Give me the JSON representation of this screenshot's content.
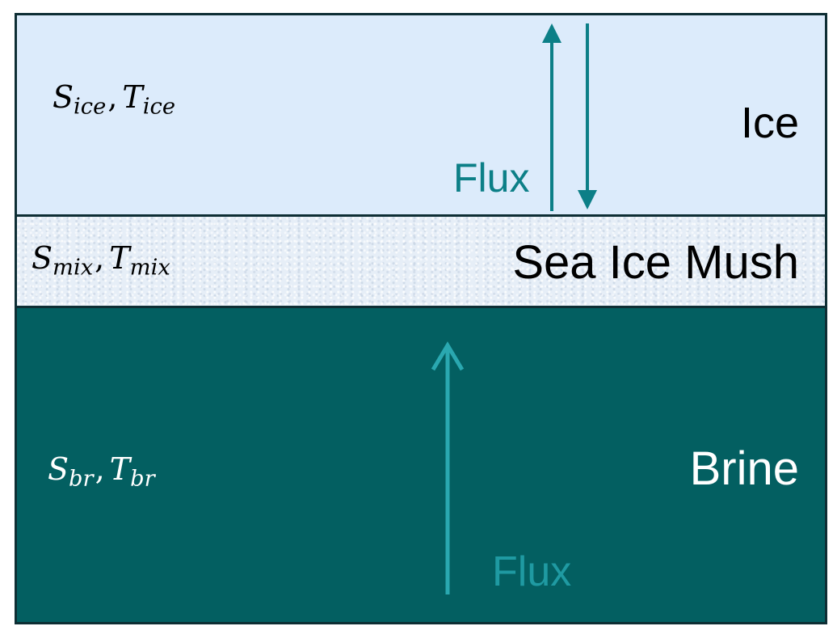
{
  "layers": {
    "ice": {
      "name": "Ice",
      "variable": {
        "s_symbol": "S",
        "s_sub": "ice",
        "t_symbol": "T",
        "t_sub": "ice",
        "separator": ","
      },
      "color": "#dcebfb"
    },
    "mush": {
      "name": "Sea Ice Mush",
      "variable": {
        "s_symbol": "S",
        "s_sub": "mix",
        "t_symbol": "T",
        "t_sub": "mix",
        "separator": ","
      },
      "color": "#e6eef7"
    },
    "brine": {
      "name": "Brine",
      "variable": {
        "s_symbol": "S",
        "s_sub": "br",
        "t_symbol": "T",
        "t_sub": "br",
        "separator": ","
      },
      "color": "#035f61"
    }
  },
  "fluxes": {
    "upper": {
      "label": "Flux",
      "directions": [
        "up",
        "down"
      ],
      "color": "#0c7f87"
    },
    "lower": {
      "label": "Flux",
      "directions": [
        "up"
      ],
      "color": "#1f9aa2"
    }
  },
  "border_color": "#0e2e34"
}
